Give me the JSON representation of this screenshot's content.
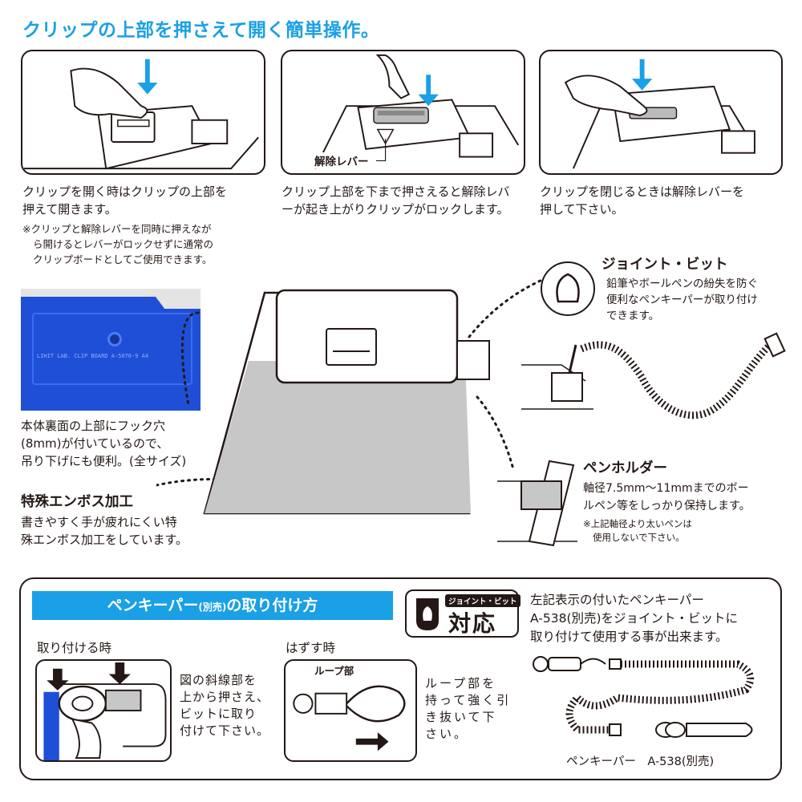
{
  "headline": "クリップの上部を押さえて開く簡単操作。",
  "steps": [
    {
      "text_lines": [
        "クリップを開く時はクリップの上部を",
        "押えて開きます。"
      ]
    },
    {
      "text_lines": [
        "クリップ上部を下まで押さえると解除レバ",
        "ーが起き上がりクリップがロックします。"
      ],
      "label": "解除レバー"
    },
    {
      "text_lines": [
        "クリップを閉じるときは解除レバーを",
        "押して下さい。"
      ]
    }
  ],
  "step1_note_lines": [
    "※クリップと解除レバーを同時に押えなが",
    "ら開けるとレバーがロックせずに通常の",
    "クリップボードとしてご使用できます。"
  ],
  "photo": {
    "imprint": "LIHIT LAB.  CLIP BOARD  A-5070-9 A4",
    "caption_lines": [
      "本体裏面の上部にフック穴",
      "(8mm)が付いているので、",
      "吊り下げにも便利。(全サイズ)"
    ]
  },
  "emboss": {
    "title": "特殊エンボス加工",
    "desc_lines": [
      "書きやすく手が疲れにくい特",
      "殊エンボス加工をしています。"
    ]
  },
  "joint_bit": {
    "title": "ジョイント・ビット",
    "desc_lines": [
      "鉛筆やボールペンの紛失を防ぐ",
      "便利なペンキーパーが取り付け",
      "できます。"
    ]
  },
  "pen_holder": {
    "title": "ペンホルダー",
    "desc_lines": [
      "軸径7.5mm～11mmまでのボー",
      "ルペン等をしっかり保持します。"
    ],
    "note_lines": [
      "※上記軸径より太いペンは",
      "使用しないで下さい。"
    ]
  },
  "bottom": {
    "banner_main": "ペンキーパー",
    "banner_paren": "(別売)",
    "banner_tail": "の取り付け方",
    "badge_small": "ジョイント・ビット",
    "badge_big": "対応",
    "desc_lines": [
      "左記表示の付いたペンキーパー",
      "A-538(別売)をジョイント・ビットに",
      "取り付けて使用する事が出来ます。"
    ],
    "attach": {
      "heading": "取り付ける時",
      "text_lines": [
        "図の斜線部を",
        "上から押さえ、",
        "ビットに取り",
        "付けて下さい。"
      ]
    },
    "detach": {
      "heading": "はずす時",
      "loop_label": "ループ部",
      "text_lines": [
        "ループ部を",
        "持って強く引",
        "き抜いて下",
        "さい。"
      ]
    },
    "product_caption": "ペンキーパー　A-538(別売)"
  },
  "colors": {
    "accent": "#1aa0e6",
    "ink": "#231815",
    "board_blue": "#1f4fd6",
    "emboss_gray": "#c7c7c7"
  }
}
